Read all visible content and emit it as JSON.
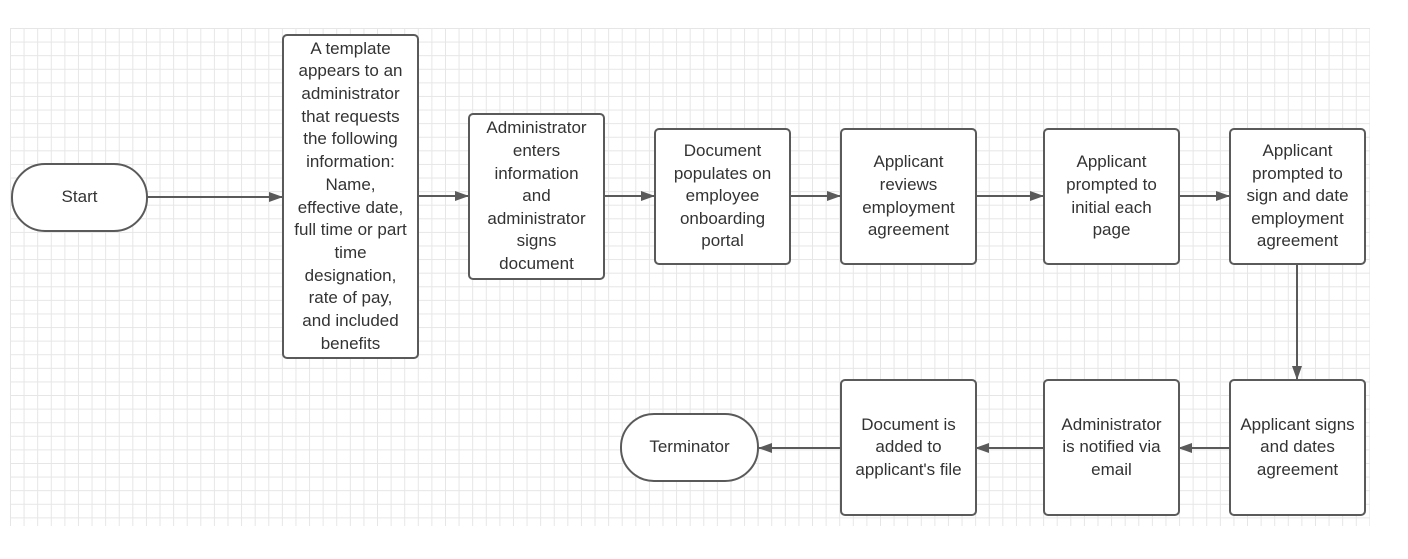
{
  "nodes": {
    "start": "Start",
    "template": "A template\nappears to an\nadministrator\nthat requests\nthe following\ninformation:\nName,\neffective date,\nfull time or part\ntime\ndesignation,\nrate of pay,\nand included\nbenefits",
    "admin_enters": "Administrator\nenters\ninformation\nand\nadministrator\nsigns\ndocument",
    "doc_populates": "Document\npopulates on\nemployee\nonboarding\nportal",
    "applicant_reviews": "Applicant\nreviews\nemployment\nagreement",
    "applicant_initial": "Applicant\nprompted to\ninitial each\npage",
    "applicant_sign_prompt": "Applicant\nprompted to\nsign and date\nemployment\nagreement",
    "applicant_signs": "Applicant signs\nand dates\nagreement",
    "admin_notified": "Administrator\nis notified via\nemail",
    "doc_added": "Document is\nadded to\napplicant's file",
    "terminator": "Terminator"
  },
  "colors": {
    "stroke": "#5a5a5a",
    "text": "#333333",
    "grid": "#e6e6e6"
  }
}
